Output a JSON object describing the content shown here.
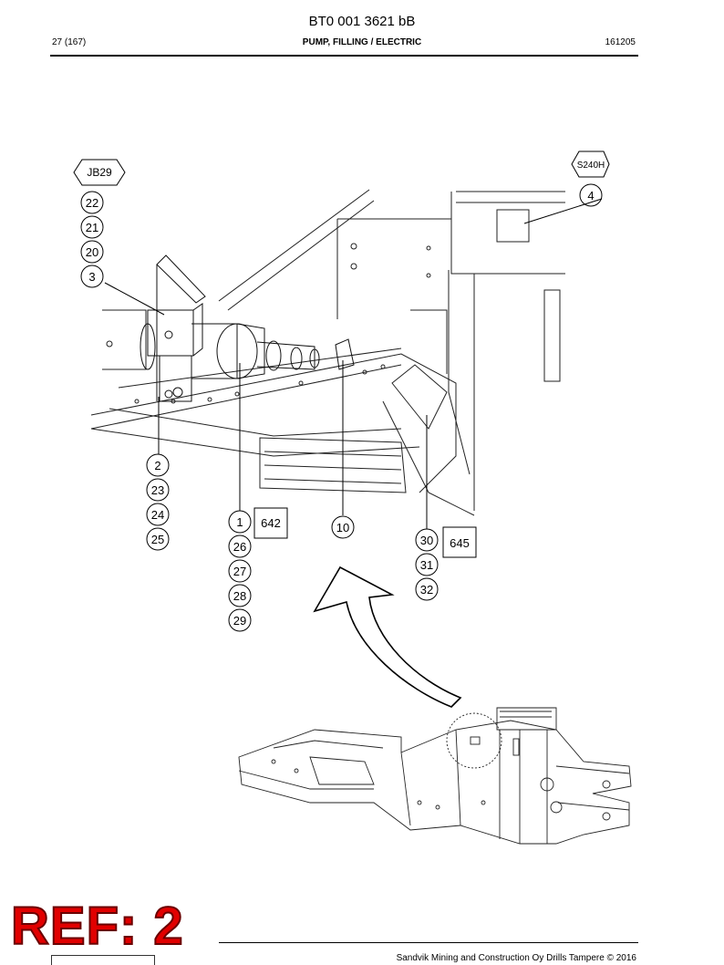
{
  "header": {
    "doc_title": "BT0 001 3621 bB",
    "page_number": "27 (167)",
    "section_title": "PUMP, FILLING / ELECTRIC",
    "date_code": "161205"
  },
  "callouts": {
    "hex": [
      "JB29",
      "S240H"
    ],
    "circles": [
      "22",
      "21",
      "20",
      "3",
      "4",
      "2",
      "23",
      "24",
      "25",
      "1",
      "26",
      "27",
      "28",
      "29",
      "10",
      "30",
      "31",
      "32"
    ],
    "boxes": [
      "642",
      "645"
    ]
  },
  "stamp": {
    "text": "REF: 2"
  },
  "footer": {
    "copyright": "Sandvik Mining and Construction Oy Drills Tampere © 2016"
  }
}
